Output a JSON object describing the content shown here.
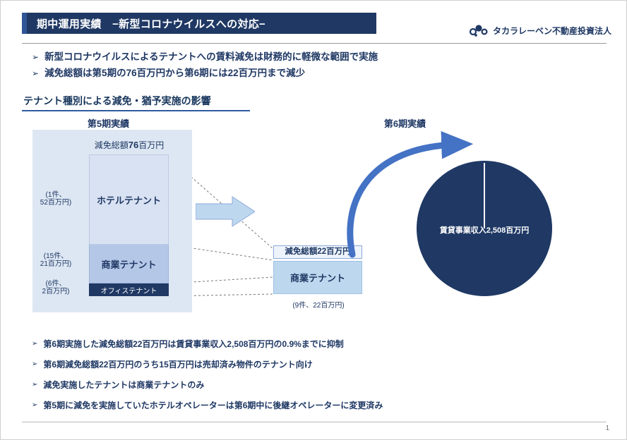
{
  "page": {
    "title": "期中運用実績　−新型コロナウイルスへの対応−",
    "logo_text": "タカラレーベン不動産投資法人",
    "page_number": "1"
  },
  "icons": {
    "bullet": "➢"
  },
  "top_bullets": [
    "新型コロナウイルスによるテナントへの賃料減免は財務的に軽微な範囲で実施",
    "減免総額は第5期の76百万円から第6期には22百万円まで減少"
  ],
  "section_title": "テナント種別による減免・猶予実施の影響",
  "diagram": {
    "period5": {
      "label": "第5期実績",
      "total_prefix": "減免総額",
      "total_value": "76",
      "total_suffix": "百万円",
      "segments": [
        {
          "name": "ホテルテナント",
          "note_line1": "(1件、",
          "note_line2": "52百万円)"
        },
        {
          "name": "商業テナント",
          "note_line1": "(15件、",
          "note_line2": "21百万円)"
        },
        {
          "name": "オフィステナント",
          "note_line1": "(6件、",
          "note_line2": "2百万円)"
        }
      ]
    },
    "period6": {
      "label": "第6期実績",
      "total_label": "減免総額22百万円",
      "box_label": "商業テナント",
      "note": "(9件、22百万円)",
      "pie_label": "賃貸事業収入2,508百万円"
    }
  },
  "bottom_bullets": [
    "第6期実施した減免総額22百万円は賃貸事業収入2,508百万円の0.9%までに抑制",
    "第6期減免総額22百万円のうち15百万円は売却済み物件のテナント向け",
    "減免実施したテナントは商業テナントのみ",
    "第5期に減免を実施していたホテルオペレーターは第6期中に後継オペレーターに変更済み"
  ],
  "colors": {
    "navy": "#1f3864",
    "header_accent": "#2f5597",
    "panel": "#dde7f3",
    "hotel_block": "#d9e2f3",
    "commercial_block": "#b4c7e7",
    "middle_box": "#bdd7ee",
    "flow_arrow": "#bdd7ee",
    "curve_arrow": "#4472c4",
    "pie": "#1f3864"
  },
  "chart_data": [
    {
      "type": "bar",
      "stacked": true,
      "title": "第5期実績 減免総額76百万円",
      "categories": [
        "ホテルテナント",
        "商業テナント",
        "オフィステナント"
      ],
      "values": [
        52,
        21,
        2
      ],
      "counts": [
        1,
        15,
        6
      ],
      "total": 76,
      "unit": "百万円"
    },
    {
      "type": "bar",
      "title": "第6期実績 減免総額22百万円",
      "categories": [
        "商業テナント"
      ],
      "values": [
        22
      ],
      "counts": [
        9
      ],
      "total": 22,
      "unit": "百万円"
    },
    {
      "type": "pie",
      "title": "第6期実績",
      "labels": [
        "賃貸事業収入",
        "減免総額"
      ],
      "values": [
        2508,
        22
      ],
      "unit": "百万円",
      "annotation": "賃貸事業収入2,508百万円",
      "note": "減免総額22百万円は賃貸事業収入2,508百万円の0.9%"
    }
  ]
}
